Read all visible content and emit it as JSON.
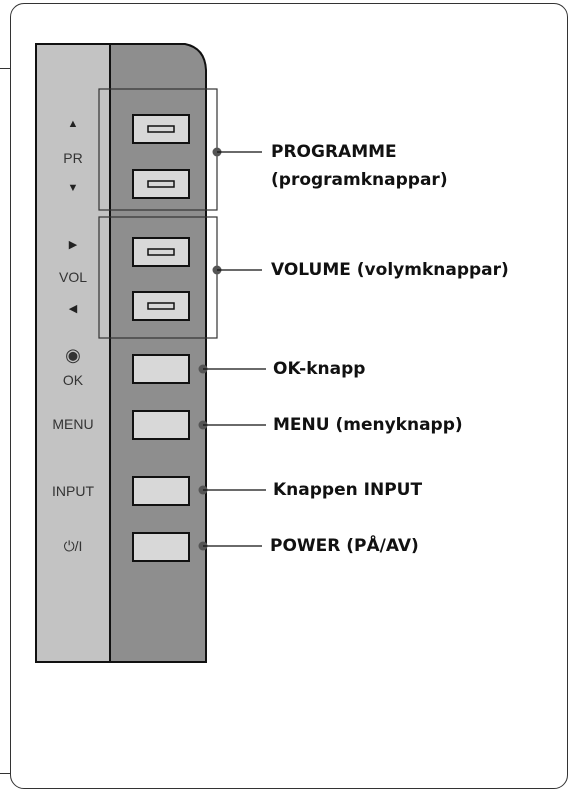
{
  "panel": {
    "side_labels": {
      "pr_up_icon": "▲",
      "pr": "PR",
      "pr_down_icon": "▼",
      "vol_right_icon": "▶",
      "vol": "VOL",
      "vol_left_icon": "◀",
      "ok_icon": "◉",
      "ok": "OK",
      "menu": "MENU",
      "input": "INPUT",
      "power": "⏻/I"
    }
  },
  "callouts": {
    "programme_line1": "PROGRAMME",
    "programme_line2": "(programknappar)",
    "volume": "VOLUME (volymknappar)",
    "ok": "OK-knapp",
    "menu": "MENU (menyknapp)",
    "input": "Knappen INPUT",
    "power": "POWER (PÅ/AV)"
  },
  "colors": {
    "frame_light": "#c3c3c3",
    "frame_dark": "#8e8e8e",
    "button_fill": "#d8d8d8",
    "outline": "#111111"
  }
}
